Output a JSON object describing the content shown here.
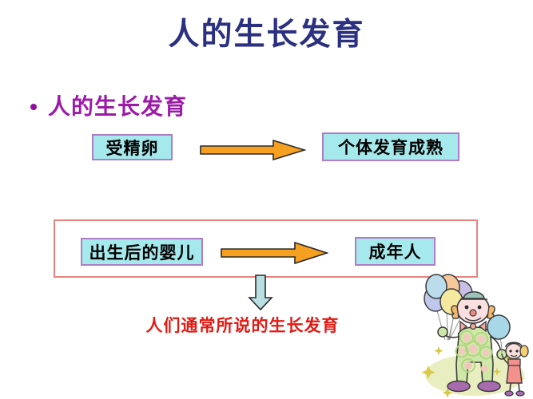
{
  "slide": {
    "title": "人的生长发育",
    "title_color": "#2B3080",
    "background": "#ffffff"
  },
  "bullet": {
    "marker": "bullet-dot",
    "text": "人的生长发育",
    "color": "#9B1BA8"
  },
  "diagram": {
    "box_fill": "#A5E9EC",
    "box_border": "#B07CC6",
    "arrow_fill": "#F5A020",
    "arrow_stroke": "#2A2A2A",
    "down_arrow_fill": "#B9DFE3",
    "frame_color": "#E8827E",
    "row_top": {
      "from_label": "受精卵",
      "arrow": "arrow-right-orange",
      "to_label": "个体发育成熟"
    },
    "row_bottom": {
      "from_label": "出生后的婴儿",
      "arrow": "arrow-right-orange",
      "to_label": "成年人"
    },
    "down_arrow": "arrow-down-blue"
  },
  "caption": {
    "text": "人们通常所说的生长发育",
    "color": "#E01B14"
  },
  "clipart": {
    "name": "clown-with-balloons-and-girl"
  }
}
